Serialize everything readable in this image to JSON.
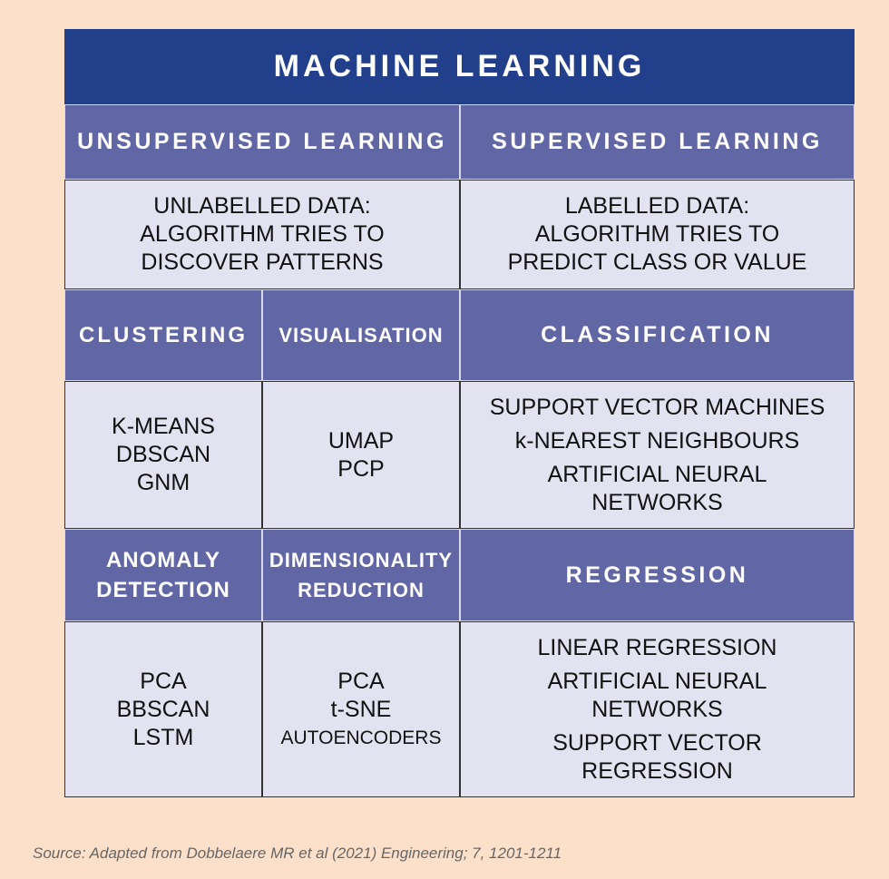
{
  "title": "MACHINE LEARNING",
  "unsupervised": {
    "header": "UNSUPERVISED LEARNING",
    "description": [
      "UNLABELLED DATA:",
      "ALGORITHM TRIES TO",
      "DISCOVER PATTERNS"
    ],
    "clustering": {
      "header": "CLUSTERING",
      "items": [
        "K-MEANS",
        "DBSCAN",
        "GNM"
      ]
    },
    "visualisation": {
      "header": "VISUALISATION",
      "items": [
        "UMAP",
        "PCP"
      ]
    },
    "anomaly": {
      "header": [
        "ANOMALY",
        "DETECTION"
      ],
      "items": [
        "PCA",
        "BBSCAN",
        "LSTM"
      ]
    },
    "dimensionality": {
      "header": [
        "DIMENSIONALITY",
        "REDUCTION"
      ],
      "items": [
        "PCA",
        "t-SNE",
        "AUTOENCODERS"
      ]
    }
  },
  "supervised": {
    "header": "SUPERVISED LEARNING",
    "description": [
      "LABELLED DATA:",
      "ALGORITHM TRIES TO",
      "PREDICT CLASS OR VALUE"
    ],
    "classification": {
      "header": "CLASSIFICATION",
      "items": [
        "SUPPORT VECTOR MACHINES",
        "k-NEAREST NEIGHBOURS",
        "ARTIFICIAL NEURAL",
        "NETWORKS"
      ]
    },
    "regression": {
      "header": "REGRESSION",
      "items": [
        "LINEAR REGRESSION",
        "ARTIFICIAL NEURAL",
        "NETWORKS",
        "SUPPORT VECTOR",
        "REGRESSION"
      ]
    }
  },
  "source": "Source: Adapted from Dobbelaere MR et al (2021) Engineering; 7, 1201-1211"
}
